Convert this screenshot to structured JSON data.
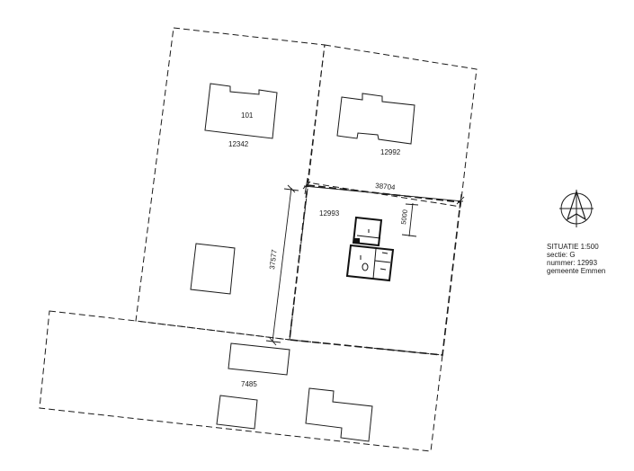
{
  "drawing": {
    "parcels": {
      "left_parcel_number": "12342",
      "left_building_number": "101",
      "right_parcel_number": "12992",
      "center_parcel_number": "12993",
      "bottom_parcel_number": "7485"
    },
    "dimensions": {
      "top": "38704",
      "left": "37577",
      "setback": "5000"
    }
  },
  "info": {
    "line1": "SITUATIE 1:500",
    "line2": "sectie: G",
    "line3": "nummer: 12993",
    "line4": "gemeente Emmen"
  }
}
